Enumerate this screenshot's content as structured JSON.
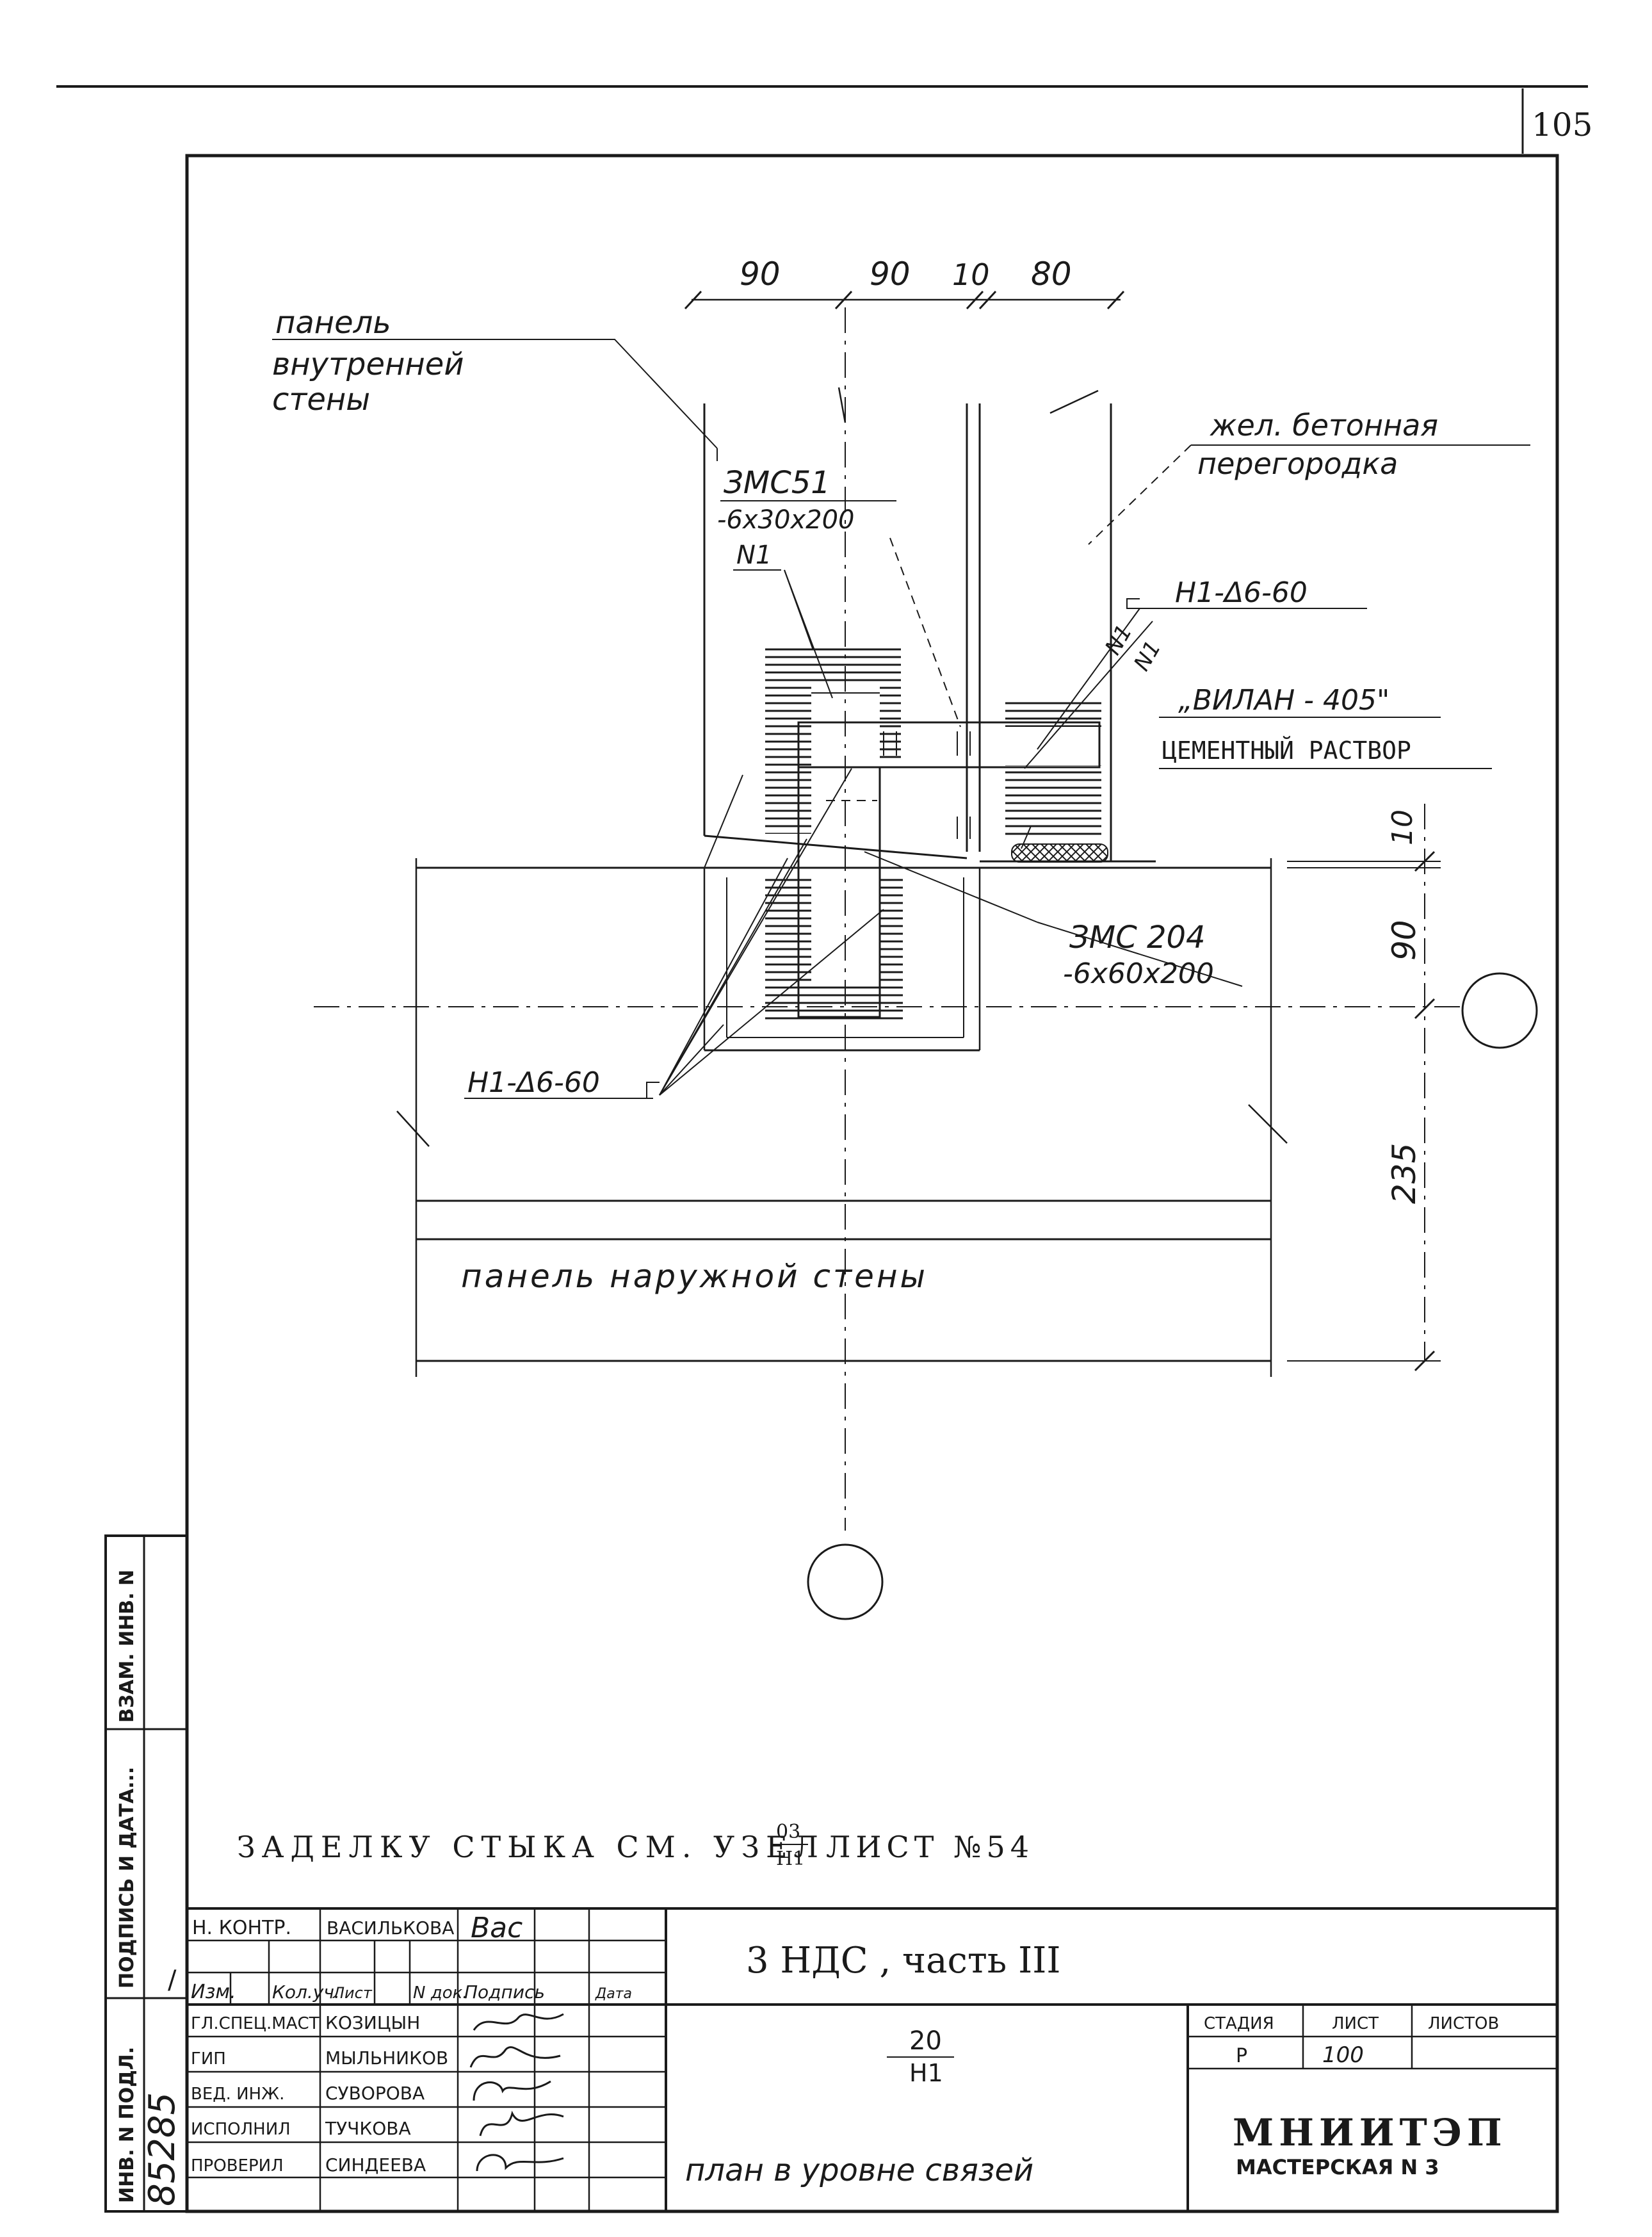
{
  "sheet_number_corner": "105",
  "drawing": {
    "dimensions_top": [
      "90",
      "90",
      "10",
      "80"
    ],
    "dimensions_right": [
      "10",
      "90",
      "235"
    ],
    "labels": {
      "inner_wall_panel": [
        "панель",
        "внутренней",
        "стены"
      ],
      "rc_partition": [
        "жел. бетонная",
        "перегородка"
      ],
      "part_3mc51": "ЗМС51",
      "part_3mc51_size": "-6х30х200",
      "part_3mc51_n": "N1",
      "anchor_top": "Н1-Δ6-60",
      "n1_a": "N1",
      "n1_b": "N1",
      "vilan": "„ВИЛАН - 405\"",
      "mortar": "ЦЕМЕНТНЫЙ РАСТВОР",
      "part_3mc204": "ЗМС 204",
      "part_3mc204_size": "-6х60х200",
      "anchor_bottom": "Н1-Δ6-60",
      "outer_wall_panel": "панель наружной стены"
    },
    "note_prefix": "ЗАДЕЛКУ СТЫКА СМ. УЗЕЛ",
    "note_fraction_top": "03",
    "note_fraction_bottom": "Н1",
    "note_suffix": "ЛИСТ №54"
  },
  "side_stamp": {
    "cells": [
      "ВЗАМ. ИНВ. N",
      "ПОДПИСЬ И ДАТА...",
      "ИНВ. N ПОДЛ."
    ],
    "handwritten_inv": "85285",
    "slash": "/"
  },
  "title_block": {
    "norm_control_role": "Н. КОНТР.",
    "norm_control_name": "ВАСИЛЬКОВА",
    "header_cols": [
      "Изм.",
      "Кол.уч.",
      "Лист",
      "N док.",
      "Подпись",
      "Дата"
    ],
    "people": [
      {
        "role": "ГЛ.СПЕЦ.МАСТ",
        "name": "КОЗИЦЫН"
      },
      {
        "role": "ГИП",
        "name": "МЫЛЬНИКОВ"
      },
      {
        "role": "ВЕД. ИНЖ.",
        "name": "СУВОРОВА"
      },
      {
        "role": "ИСПОЛНИЛ",
        "name": "ТУЧКОВА"
      },
      {
        "role": "ПРОВЕРИЛ",
        "name": "СИНДЕЕВА"
      }
    ],
    "project_title": "3 НДС , часть III",
    "code_top": "20",
    "code_bottom": "Н1",
    "sheet_title": "план в уровне связей",
    "stage_label": "СТАДИЯ",
    "sheet_label": "ЛИСТ",
    "sheets_label": "ЛИСТОВ",
    "stage_value": "Р",
    "sheet_value": "100",
    "sheets_value": "",
    "org_name": "МНИИТЭП",
    "workshop": "МАСТЕРСКАЯ N 3"
  }
}
